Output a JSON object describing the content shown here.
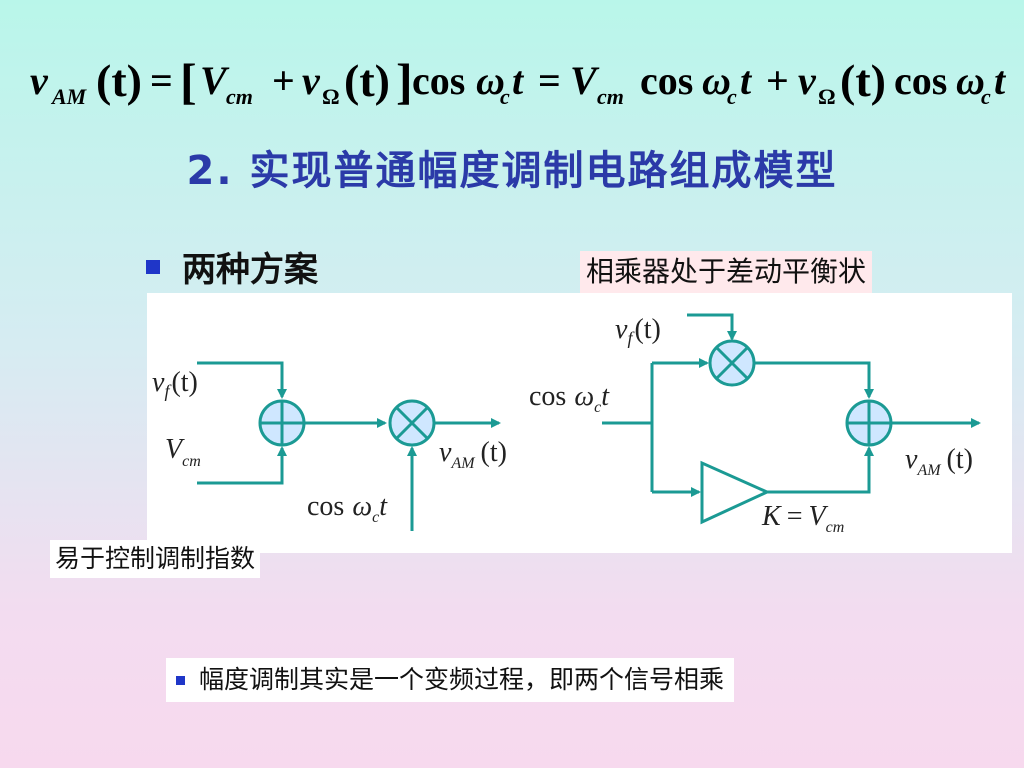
{
  "formula": {
    "lhs_v": "v",
    "lhs_sub": "AM",
    "lhs_arg": "(t)",
    "eq1": "=",
    "lb": "[",
    "vcm1": "V",
    "vcm1_sub": "cm",
    "plus1": "+",
    "vo1": "v",
    "vo1_sub": "Ω",
    "vo1_arg": "(t)",
    "rb": "]",
    "cos1": "cos",
    "w1": "ω",
    "w1_sub": "c",
    "t1": "t",
    "eq2": "=",
    "vcm2": "V",
    "vcm2_sub": "cm",
    "cos2": "cos",
    "w2": "ω",
    "w2_sub": "c",
    "t2": "t",
    "plus2": "+",
    "vo2": "v",
    "vo2_sub": "Ω",
    "vo2_arg": "(t)",
    "cos3": "cos",
    "w3": "ω",
    "w3_sub": "c",
    "t3": "t"
  },
  "heading": "2. 实现普通幅度调制电路组成模型",
  "bullet_main": "两种方案",
  "label_diff": "相乘器处于差动平衡状",
  "label_easy": "易于控制调制指数",
  "note": "幅度调制其实是一个变频过程，即两个信号相乘",
  "colors": {
    "heading": "#2b3aa8",
    "bullet": "#1f36c8",
    "wire": "#1b9a94",
    "block_fill": "#cfe7ff"
  },
  "left_diagram": {
    "in1_v": "v",
    "in1_sub": "f",
    "in1_arg": "(t)",
    "in2_v": "V",
    "in2_sub": "cm",
    "out_v": "v",
    "out_sub": "AM",
    "out_arg": "(t)",
    "carrier_cos": "cos",
    "carrier_w": "ω",
    "carrier_sub": "c",
    "carrier_t": "t"
  },
  "right_diagram": {
    "in1_v": "v",
    "in1_sub": "f",
    "in1_arg": "(t)",
    "carrier_cos": "cos",
    "carrier_w": "ω",
    "carrier_sub": "c",
    "carrier_t": "t",
    "out_v": "v",
    "out_sub": "AM",
    "out_arg": "(t)",
    "gain_k": "K",
    "gain_eq": "=",
    "gain_v": "V",
    "gain_sub": "cm"
  }
}
